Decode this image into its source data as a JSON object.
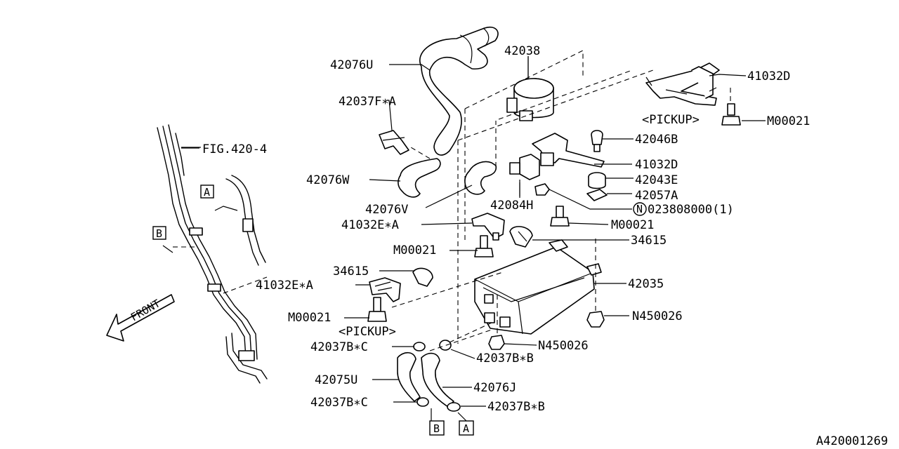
{
  "labels": {
    "p42076U": "42076U",
    "p42038": "42038",
    "p41032D_top": "41032D",
    "pickup_top": "<PICKUP>",
    "m00021_top": "M00021",
    "p42037FA": "42037F∗A",
    "p42046B": "42046B",
    "fig420": "FIG.420-4",
    "p41032D_mid": "41032D",
    "p42076W": "42076W",
    "p42043E": "42043E",
    "p42057A": "42057A",
    "p42076V": "42076V",
    "p42084H": "42084H",
    "n_circle": "N",
    "p023808000": "023808000(1)",
    "p41032EA_top": "41032E∗A",
    "m00021_mid": "M00021",
    "p34615_right": "34615",
    "m00021_left": "M00021",
    "p34615_left": "34615",
    "p42035": "42035",
    "p41032EA_left": "41032E∗A",
    "m00021_bottom": "M00021",
    "n450026_right": "N450026",
    "pickup_bottom": "<PICKUP>",
    "n450026_mid": "N450026",
    "p42037BC_top": "42037B∗C",
    "p42037BB_top": "42037B∗B",
    "p42075U": "42075U",
    "p42076J": "42076J",
    "p42037BC_bottom": "42037B∗C",
    "p42037BB_bottom": "42037B∗B",
    "ref_a_small": "A",
    "ref_b_small": "B",
    "ref_b_bottom": "B",
    "ref_a_bottom": "A",
    "front": "FRONT",
    "diagram_id": "A420001269"
  }
}
